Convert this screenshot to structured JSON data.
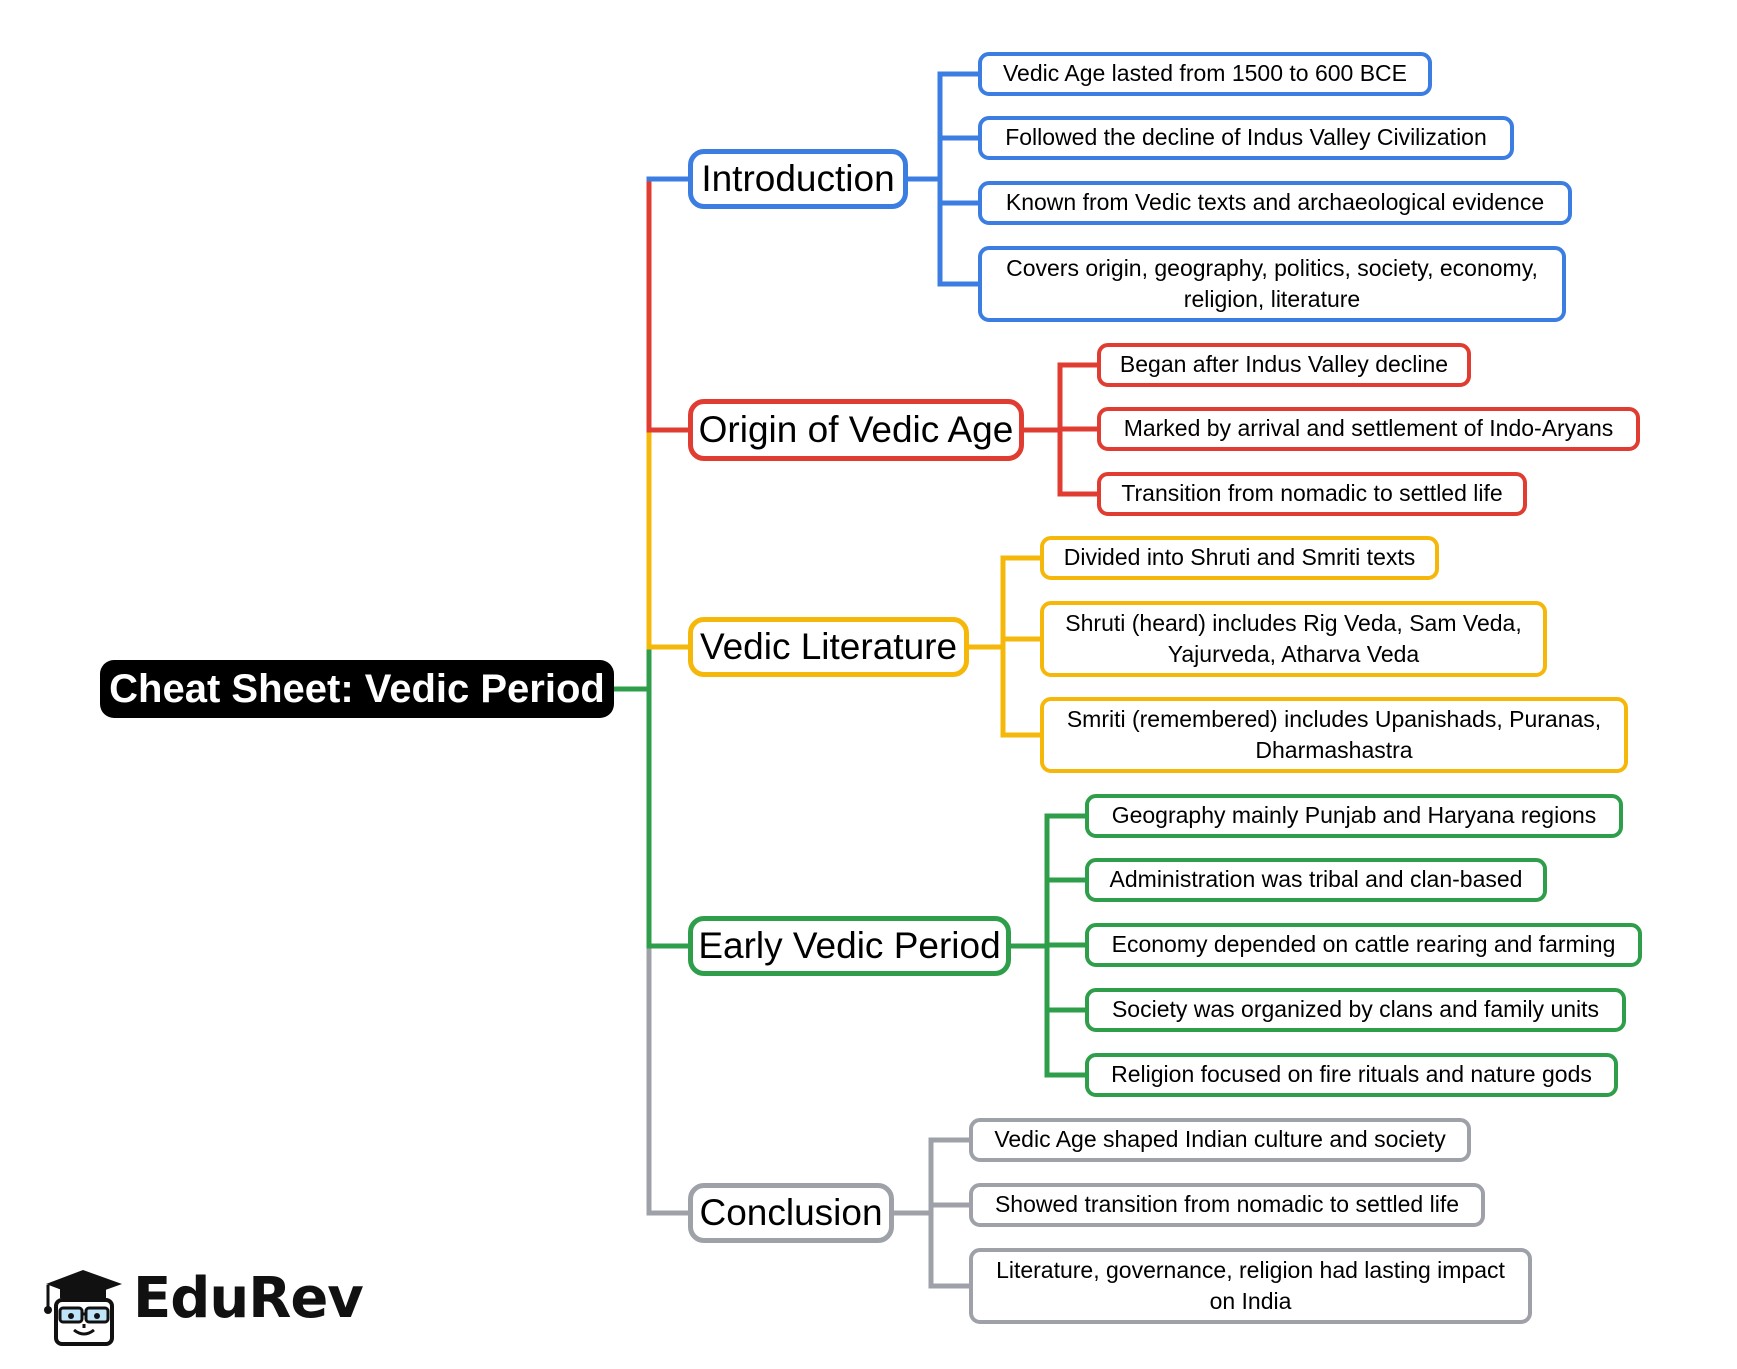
{
  "root": {
    "label": "Cheat Sheet: Vedic Period",
    "color": "#000000"
  },
  "branches": [
    {
      "label": "Introduction",
      "color": "#3b7de0",
      "items": [
        "Vedic Age lasted from 1500 to 600 BCE",
        "Followed the decline of Indus Valley Civilization",
        "Known from Vedic texts and archaeological evidence",
        "Covers origin, geography, politics, society, economy, religion, literature"
      ]
    },
    {
      "label": "Origin of Vedic Age",
      "color": "#e03c31",
      "items": [
        "Began after Indus Valley decline",
        "Marked by arrival and settlement of Indo-Aryans",
        "Transition from nomadic to settled life"
      ]
    },
    {
      "label": "Vedic Literature",
      "color": "#f5b80a",
      "items": [
        "Divided into Shruti and Smriti texts",
        "Shruti (heard) includes Rig Veda, Sam Veda, Yajurveda, Atharva Veda",
        "Smriti (remembered) includes Upanishads, Puranas, Dharmashastra"
      ]
    },
    {
      "label": "Early Vedic Period",
      "color": "#2f9e4a",
      "items": [
        "Geography mainly Punjab and Haryana regions",
        "Administration was tribal and clan-based",
        "Economy depended on cattle rearing and farming",
        "Society was organized by clans and family units",
        "Religion focused on fire rituals and nature gods"
      ]
    },
    {
      "label": "Conclusion",
      "color": "#9ea1a8",
      "items": [
        "Vedic Age shaped Indian culture and society",
        "Showed transition from nomadic to settled life",
        "Literature, governance, religion had lasting impact on India"
      ]
    }
  ],
  "logo": {
    "text": "EduRev",
    "icon": "graduate-cap-face-icon"
  }
}
